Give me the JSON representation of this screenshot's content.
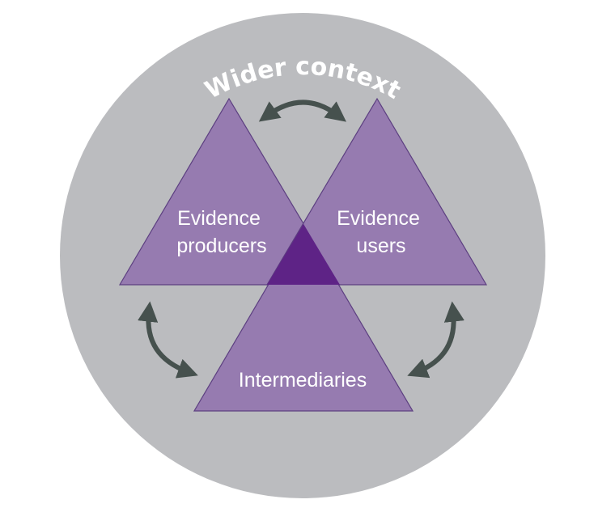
{
  "diagram": {
    "title": "Wider context",
    "colors": {
      "context_circle": "#bbbcbf",
      "triangle_fill": "#967bb0",
      "triangle_stroke": "#5c3f80",
      "overlap_fill": "#5e2386",
      "arrow": "#46514e",
      "text": "#ffffff"
    },
    "nodes": [
      {
        "id": "producers",
        "lines": [
          "Evidence",
          "producers"
        ]
      },
      {
        "id": "users",
        "lines": [
          "Evidence",
          "users"
        ]
      },
      {
        "id": "intermediaries",
        "lines": [
          "Intermediaries"
        ]
      }
    ],
    "links": [
      {
        "from": "producers",
        "to": "users",
        "type": "bidirectional"
      },
      {
        "from": "producers",
        "to": "intermediaries",
        "type": "bidirectional"
      },
      {
        "from": "users",
        "to": "intermediaries",
        "type": "bidirectional"
      }
    ]
  }
}
